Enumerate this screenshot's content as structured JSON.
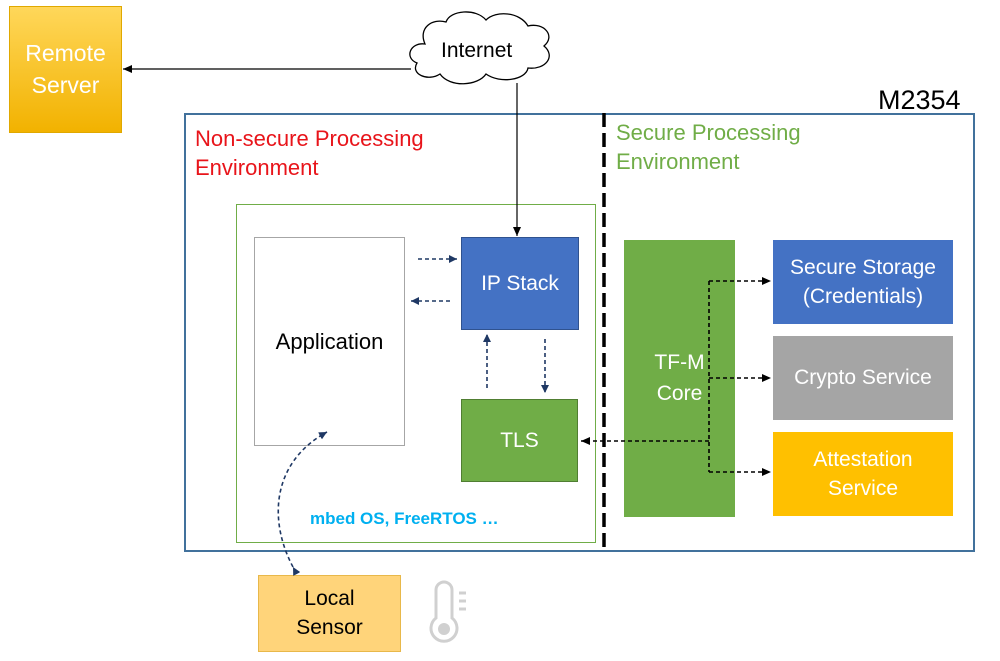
{
  "diagram": {
    "chip_label": "M2354",
    "internet_label": "Internet",
    "remote_server_label": "Remote\nServer",
    "nonsecure_env_label": "Non-secure Processing\nEnvironment",
    "secure_env_label": "Secure Processing\nEnvironment",
    "application_label": "Application",
    "ip_stack_label": "IP Stack",
    "tls_label": "TLS",
    "rtos_label": "mbed OS, FreeRTOS …",
    "tfm_core_label": "TF-M\nCore",
    "secure_storage_label": "Secure Storage\n(Credentials)",
    "crypto_service_label": "Crypto Service",
    "attestation_service_label": "Attestation\nService",
    "local_sensor_label": "Local\nSensor"
  },
  "colors": {
    "nonsecure_text": "#e8141a",
    "secure_text": "#70ad47",
    "chip_border": "#41719c",
    "blue_box": "#4472c4",
    "green_box": "#70ad47",
    "gray_box": "#a5a5a5",
    "gold_box": "#ffc000",
    "rtos_text": "#00b0f0",
    "arrow_navy": "#1f3864"
  },
  "icons": {
    "thermometer": "thermometer-icon",
    "cloud": "cloud-icon"
  }
}
